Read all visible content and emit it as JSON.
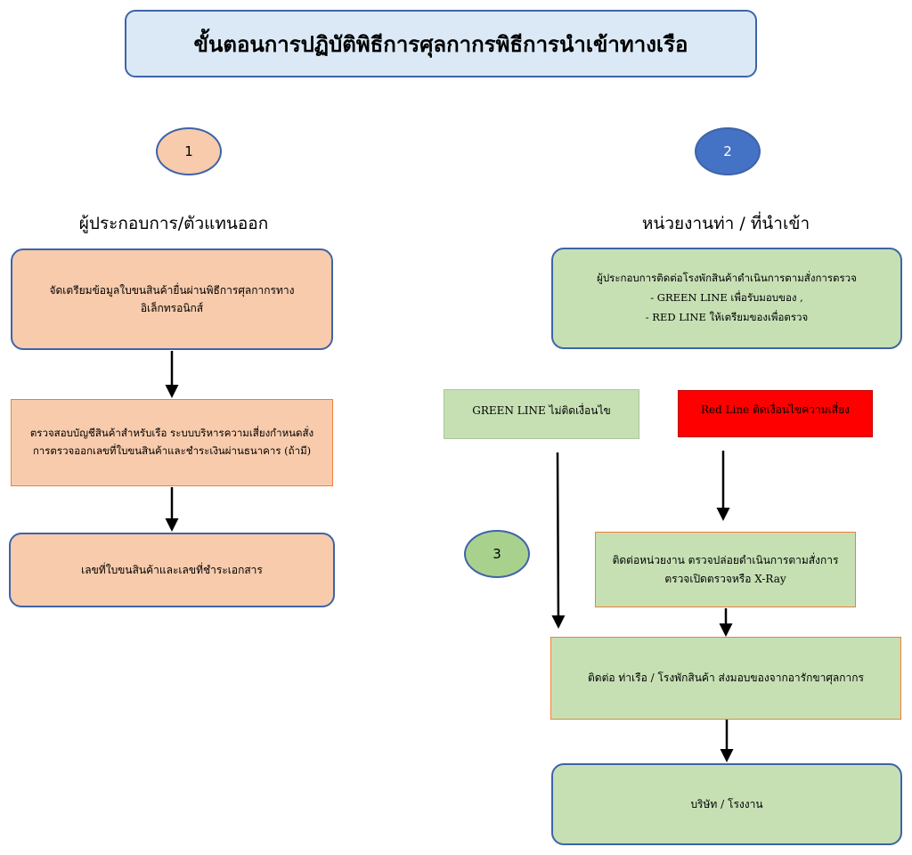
{
  "title": "ขั้นตอนการปฏิบัติพิธีการศุลกากรพิธีการนำเข้าทางเรือ",
  "steps": {
    "one": "1",
    "two": "2",
    "three": "3"
  },
  "left": {
    "heading": "ผู้ประกอบการ/ตัวแทนออก",
    "box1": "จัดเตรียมข้อมูลใบขนสินค้ายื่นผ่านพิธีการศุลกากรทาง\nอิเล็กทรอนิกส์",
    "box2": "ตรวจสอบบัญชีสินค้าสำหรับเรือ ระบบบริหารความเสี่ยงกำหนดสั่ง\nการตรวจออกเลขที่ใบขนสินค้าและชำระเงินผ่านธนาคาร (ถ้ามี)",
    "box3": "เลขที่ใบขนสินค้าและเลขที่ชำระเอกสาร"
  },
  "right": {
    "heading": "หน่วยงานท่า / ที่นำเข้า",
    "box1": "ผู้ประกอบการติดต่อโรงพักสินค้าดำเนินการตามสั่งการตรวจ\n- GREEN LINE เพื่อรับมอบของ ,\n-  RED LINE  ให้เตรียมของเพื่อตรวจ",
    "green_line": "GREEN LINE  ไม่ติดเงื่อนไข",
    "red_line": "Red Line ติดเงื่อนไขความเสี่ยง",
    "inspect": "ติดต่อหน่วยงาน ตรวจปล่อยดำเนินการตามสั่งการ\nตรวจเปิดตรวจหรือ X-Ray",
    "port": "ติดต่อ ท่าเรือ / โรงพักสินค้า ส่งมอบของจากอารักขาศุลกากร",
    "company": "บริษัท / โรงงาน"
  },
  "colors": {
    "peach": "#f7cbac",
    "green": "#c6e0b4",
    "red": "#ff0000",
    "blue_circle": "#4472c4",
    "title_bg": "#dbe9f6",
    "border_blue": "#3f63a8",
    "border_orange": "#ef7f3a"
  }
}
